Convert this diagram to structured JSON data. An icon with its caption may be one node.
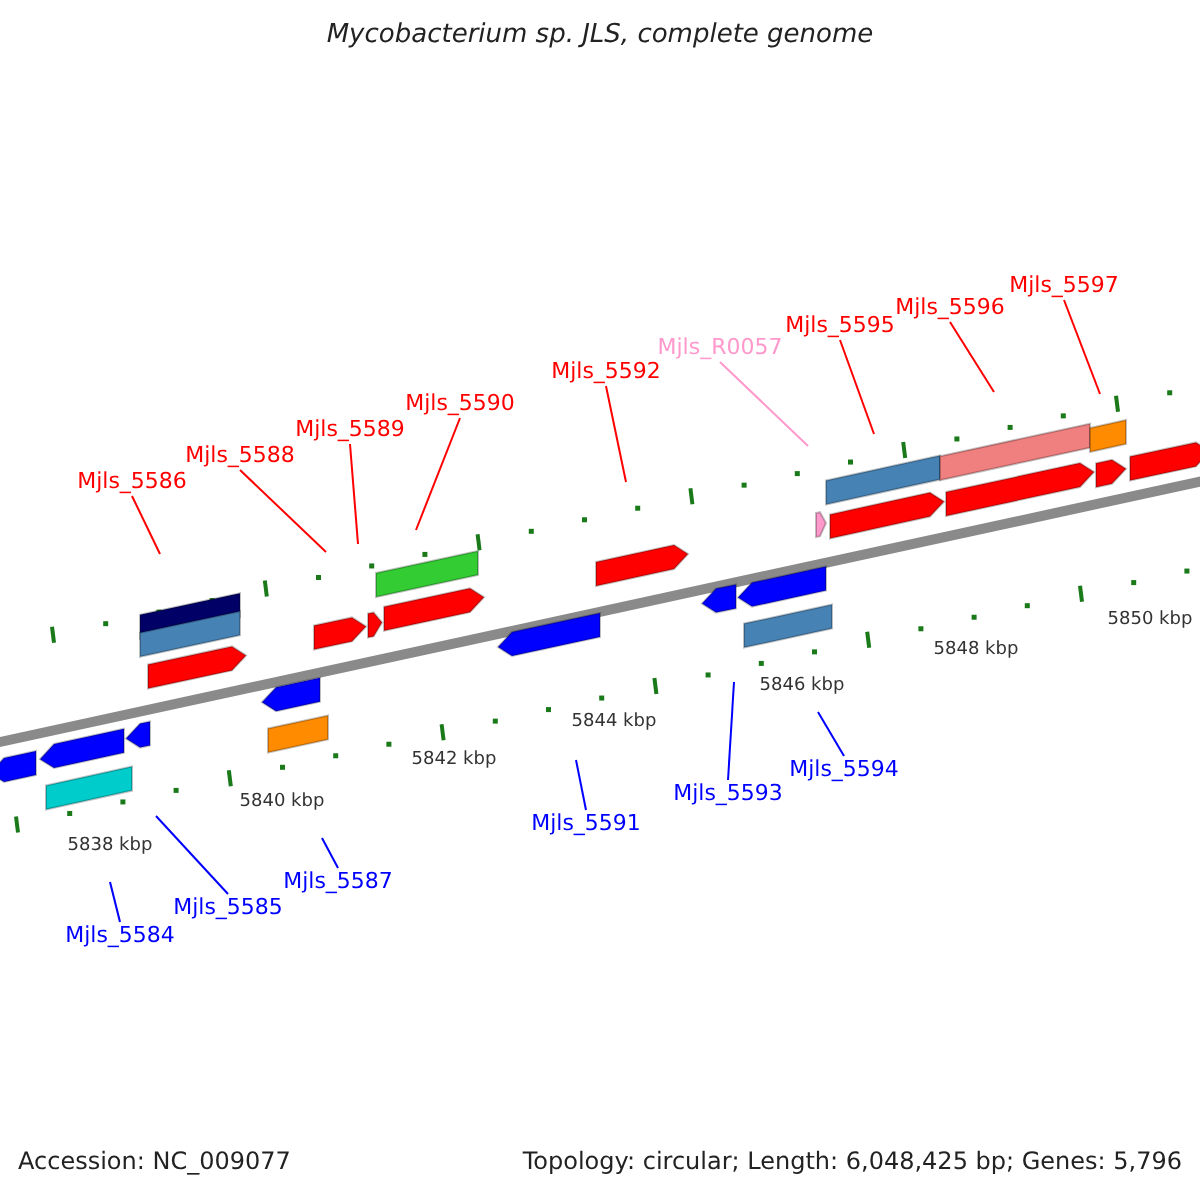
{
  "diagram": {
    "title": "Mycobacterium sp. JLS, complete genome",
    "nodes": [
      {
        "text": [
          "Mjls_5586"
        ]
      },
      {
        "text": [
          "Mjls_5588"
        ]
      },
      {
        "text": [
          "Mjls_5589"
        ]
      },
      {
        "text": [
          "Mjls_5590"
        ]
      },
      {
        "text": [
          "Mjls_5592"
        ]
      },
      {
        "text": [
          "Mjls_R0057"
        ]
      },
      {
        "text": [
          "Mjls_5595"
        ]
      },
      {
        "text": [
          "Mjls_5596"
        ]
      },
      {
        "text": [
          "Mjls_5597"
        ]
      },
      {
        "text": [
          "Mjls_5584"
        ]
      },
      {
        "text": [
          "Mjls_5585"
        ]
      },
      {
        "text": [
          "Mjls_5587"
        ]
      },
      {
        "text": [
          "Mjls_5591"
        ]
      },
      {
        "text": [
          "Mjls_5593"
        ]
      },
      {
        "text": [
          "Mjls_5594"
        ]
      }
    ],
    "edges": [
      {
        "from": 0,
        "to": null,
        "arrow": "none"
      },
      {
        "from": 1,
        "to": null,
        "arrow": "none"
      },
      {
        "from": 2,
        "to": null,
        "arrow": "none"
      },
      {
        "from": 3,
        "to": null,
        "arrow": "none"
      },
      {
        "from": 4,
        "to": null,
        "arrow": "none"
      },
      {
        "from": 5,
        "to": null,
        "arrow": "none",
        "color": "#ff99cc"
      },
      {
        "from": 6,
        "to": null,
        "arrow": "none"
      },
      {
        "from": 7,
        "to": null,
        "arrow": "none"
      },
      {
        "from": 8,
        "to": null,
        "arrow": "none"
      },
      {
        "from": 9,
        "to": null,
        "arrow": "none",
        "color": "#0000ff"
      },
      {
        "from": 10,
        "to": null,
        "arrow": "none",
        "color": "#0000ff"
      },
      {
        "from": 11,
        "to": null,
        "arrow": "none",
        "color": "#0000ff"
      },
      {
        "from": 12,
        "to": null,
        "arrow": "none",
        "color": "#0000ff"
      },
      {
        "from": 13,
        "to": null,
        "arrow": "none",
        "color": "#0000ff"
      },
      {
        "from": 14,
        "to": null,
        "arrow": "none",
        "color": "#0000ff"
      }
    ],
    "labels": [
      "5838 kbp",
      "5840 kbp",
      "5842 kbp",
      "5844 kbp",
      "5846 kbp",
      "5848 kbp",
      "5850 kbp",
      "Accession: NC_009077",
      "Topology: circular; Length: 6,048,425 bp; Genes: 5,796"
    ]
  }
}
